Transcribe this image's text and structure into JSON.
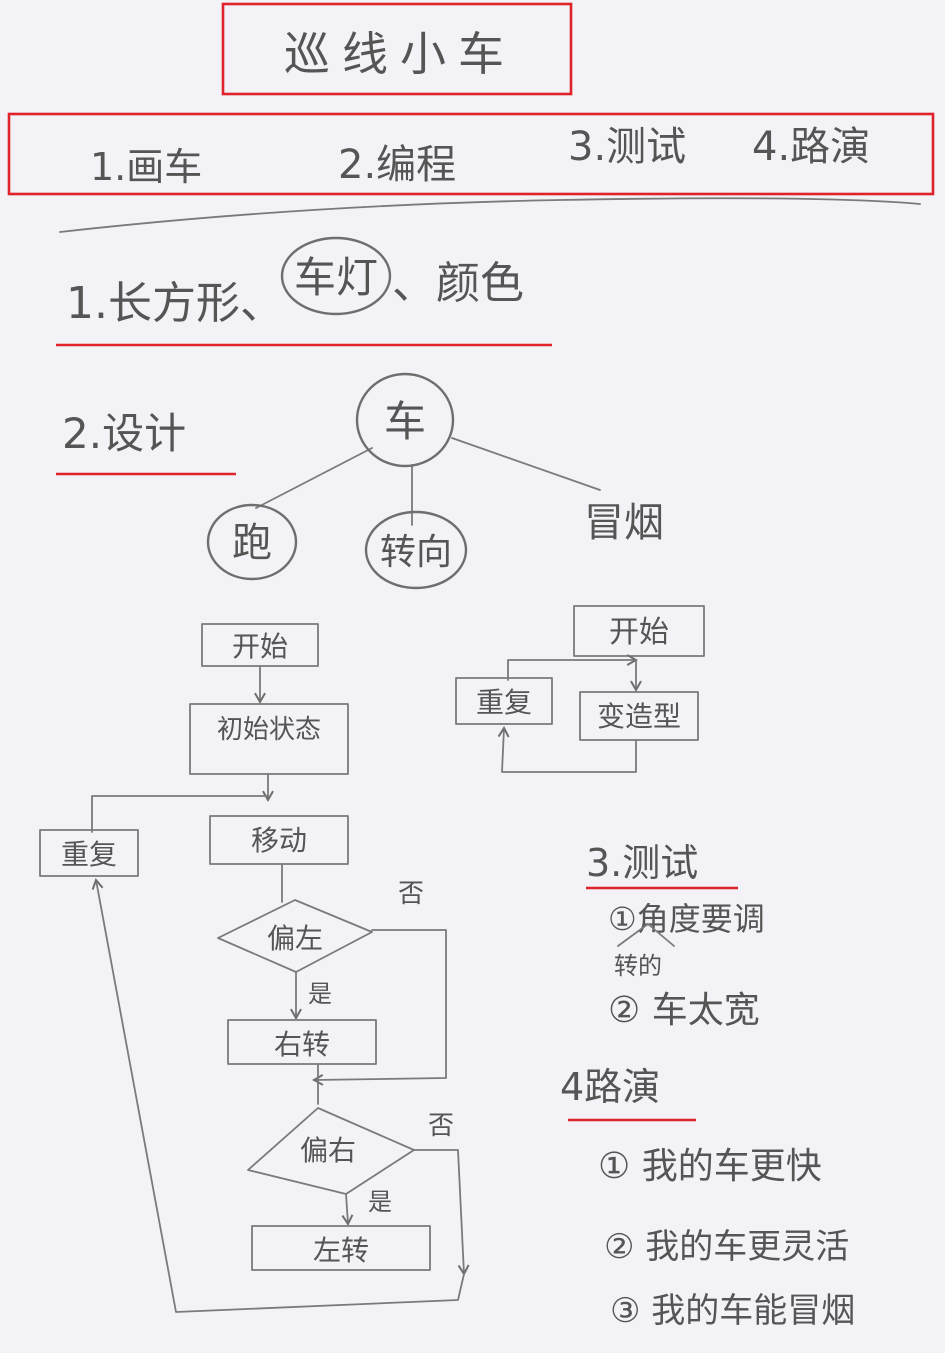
{
  "title": "巡线小车",
  "steps": {
    "s1": "1.画车",
    "s2": "2.编程",
    "s3": "3.测试",
    "s4": "4.路演"
  },
  "section1": {
    "prefix": "1.长方形、",
    "circled": "车灯",
    "suffix": "、颜色"
  },
  "section2": {
    "heading": "2.设计"
  },
  "mindmap": {
    "root": "车",
    "branch_run": "跑",
    "branch_turn": "转向",
    "branch_smoke": "冒烟"
  },
  "flow_left": {
    "start": "开始",
    "init": "初始状态",
    "repeat": "重复",
    "move": "移动",
    "left_check": "偏左",
    "right_turn": "右转",
    "right_check": "偏右",
    "left_turn": "左转",
    "yes1": "是",
    "no1": "否",
    "yes2": "是",
    "no2": "否"
  },
  "flow_right": {
    "start": "开始",
    "repeat": "重复",
    "morph": "变造型"
  },
  "section3": {
    "heading": "3.测试",
    "item1": "①角度要调",
    "item1_note": "转的",
    "item2": "② 车太宽"
  },
  "section4": {
    "heading": "4路演",
    "item1": "① 我的车更快",
    "item2": "② 我的车更灵活",
    "item3": "③ 我的车能冒烟"
  }
}
